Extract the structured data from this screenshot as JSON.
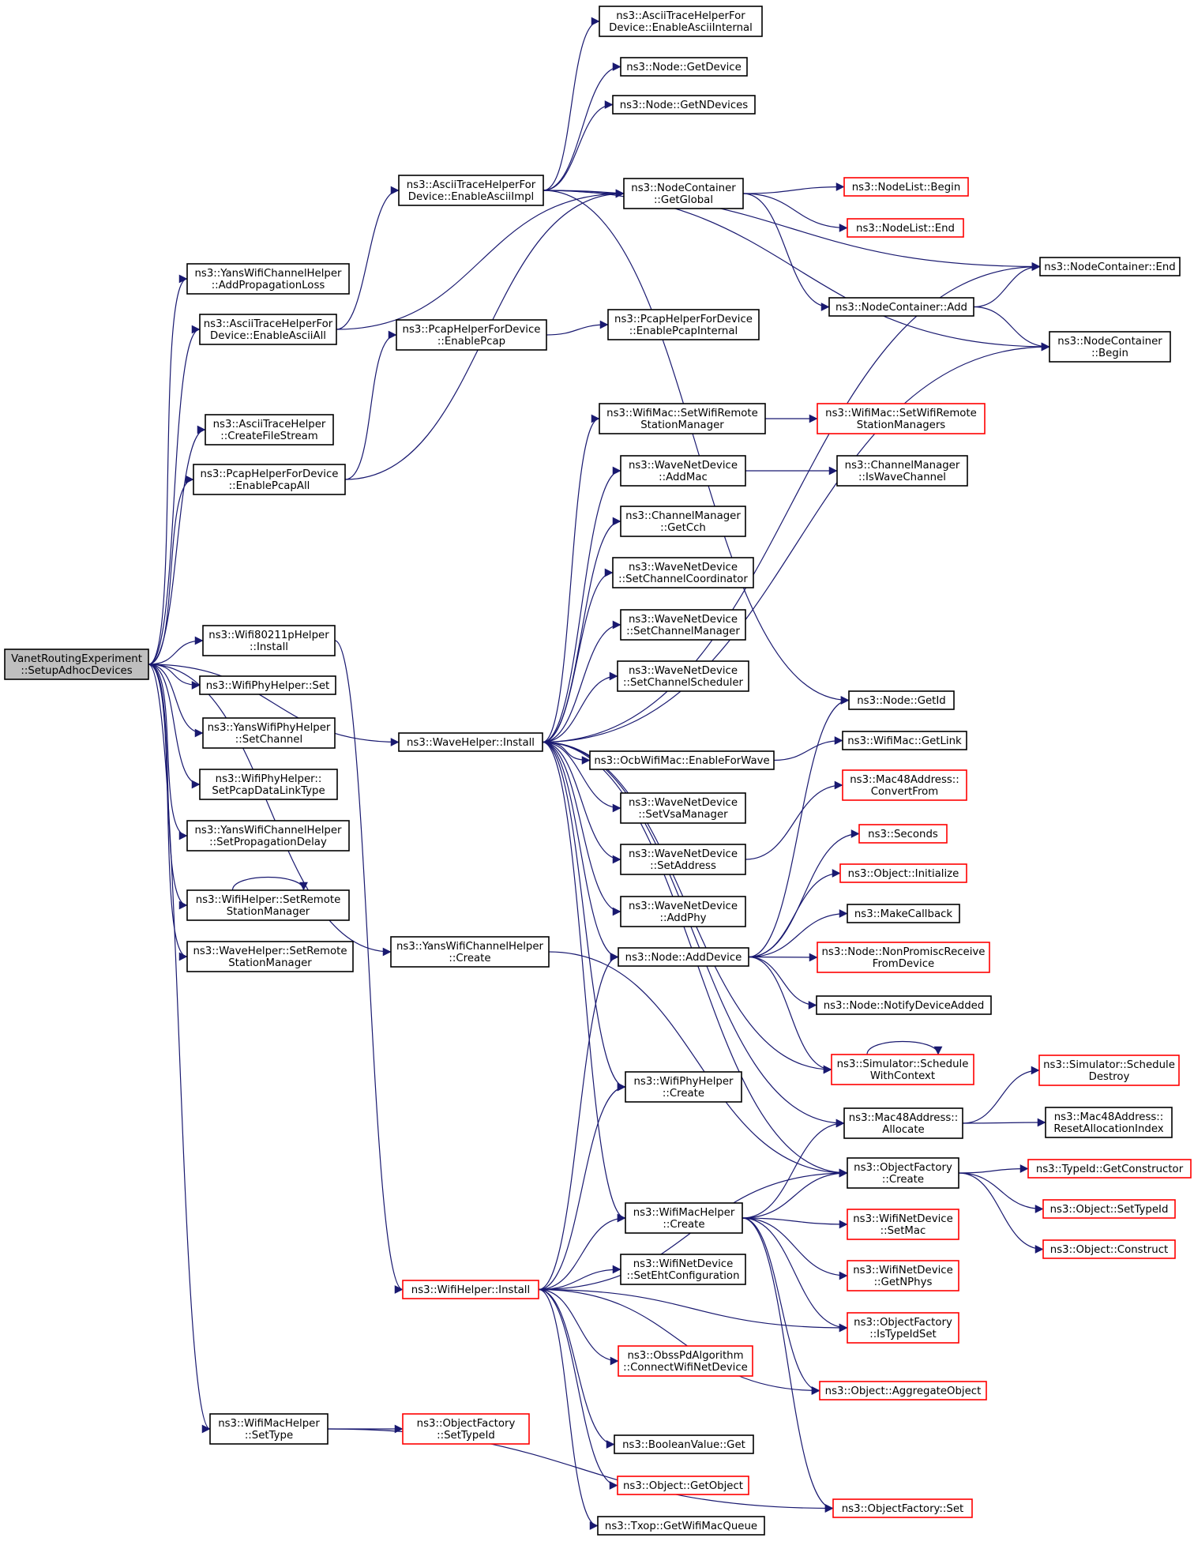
{
  "diagram": {
    "colors": {
      "edge": "#191970",
      "root_fill": "#bfbfbf",
      "border_normal": "#000000",
      "border_truncated": "#ff0000"
    },
    "nodes": [
      {
        "id": "root",
        "lines": [
          "VanetRoutingExperiment",
          "::SetupAdhocDevices"
        ],
        "style": "root"
      },
      {
        "id": "yans_addprop",
        "lines": [
          "ns3::YansWifiChannelHelper",
          "::AddPropagationLoss"
        ],
        "style": "black"
      },
      {
        "id": "ascii_all",
        "lines": [
          "ns3::AsciiTraceHelperFor",
          "Device::EnableAsciiAll"
        ],
        "style": "black"
      },
      {
        "id": "ascii_createfile",
        "lines": [
          "ns3::AsciiTraceHelper",
          "::CreateFileStream"
        ],
        "style": "black"
      },
      {
        "id": "pcap_all",
        "lines": [
          "ns3::PcapHelperForDevice",
          "::EnablePcapAll"
        ],
        "style": "black"
      },
      {
        "id": "wifi80211p",
        "lines": [
          "ns3::Wifi80211pHelper",
          "::Install"
        ],
        "style": "black"
      },
      {
        "id": "phy_set",
        "lines": [
          "ns3::WifiPhyHelper::Set"
        ],
        "style": "black"
      },
      {
        "id": "yans_setchannel",
        "lines": [
          "ns3::YansWifiPhyHelper",
          "::SetChannel"
        ],
        "style": "black"
      },
      {
        "id": "phy_pcaplink",
        "lines": [
          "ns3::WifiPhyHelper::",
          "SetPcapDataLinkType"
        ],
        "style": "black"
      },
      {
        "id": "yans_setpropdelay",
        "lines": [
          "ns3::YansWifiChannelHelper",
          "::SetPropagationDelay"
        ],
        "style": "black"
      },
      {
        "id": "wifihelper_setremote",
        "lines": [
          "ns3::WifiHelper::SetRemote",
          "StationManager"
        ],
        "style": "black"
      },
      {
        "id": "wavehelper_setremote",
        "lines": [
          "ns3::WaveHelper::SetRemote",
          "StationManager"
        ],
        "style": "black"
      },
      {
        "id": "machelper_settype",
        "lines": [
          "ns3::WifiMacHelper",
          "::SetType"
        ],
        "style": "black"
      },
      {
        "id": "ascii_impl",
        "lines": [
          "ns3::AsciiTraceHelperFor",
          "Device::EnableAsciiImpl"
        ],
        "style": "black"
      },
      {
        "id": "pcap_enable",
        "lines": [
          "ns3::PcapHelperForDevice",
          "::EnablePcap"
        ],
        "style": "black"
      },
      {
        "id": "wave_install",
        "lines": [
          "ns3::WaveHelper::Install"
        ],
        "style": "black"
      },
      {
        "id": "yans_create",
        "lines": [
          "ns3::YansWifiChannelHelper",
          "::Create"
        ],
        "style": "black"
      },
      {
        "id": "wifihelper_install",
        "lines": [
          "ns3::WifiHelper::Install"
        ],
        "style": "red"
      },
      {
        "id": "ascii_internal",
        "lines": [
          "ns3::AsciiTraceHelperFor",
          "Device::EnableAsciiInternal"
        ],
        "style": "black"
      },
      {
        "id": "node_getdevice",
        "lines": [
          "ns3::Node::GetDevice"
        ],
        "style": "black"
      },
      {
        "id": "node_getndevices",
        "lines": [
          "ns3::Node::GetNDevices"
        ],
        "style": "black"
      },
      {
        "id": "nc_getglobal",
        "lines": [
          "ns3::NodeContainer",
          "::GetGlobal"
        ],
        "style": "black"
      },
      {
        "id": "pcap_internal",
        "lines": [
          "ns3::PcapHelperForDevice",
          "::EnablePcapInternal"
        ],
        "style": "black"
      },
      {
        "id": "mac_setremote",
        "lines": [
          "ns3::WifiMac::SetWifiRemote",
          "StationManager"
        ],
        "style": "black"
      },
      {
        "id": "wnd_addmac",
        "lines": [
          "ns3::WaveNetDevice",
          "::AddMac"
        ],
        "style": "black"
      },
      {
        "id": "cm_getcch",
        "lines": [
          "ns3::ChannelManager",
          "::GetCch"
        ],
        "style": "black"
      },
      {
        "id": "wnd_setcoord",
        "lines": [
          "ns3::WaveNetDevice",
          "::SetChannelCoordinator"
        ],
        "style": "black"
      },
      {
        "id": "wnd_setchmgr",
        "lines": [
          "ns3::WaveNetDevice",
          "::SetChannelManager"
        ],
        "style": "black"
      },
      {
        "id": "wnd_setsched",
        "lines": [
          "ns3::WaveNetDevice",
          "::SetChannelScheduler"
        ],
        "style": "black"
      },
      {
        "id": "ocb_enable",
        "lines": [
          "ns3::OcbWifiMac::EnableForWave"
        ],
        "style": "black"
      },
      {
        "id": "wnd_setvsa",
        "lines": [
          "ns3::WaveNetDevice",
          "::SetVsaManager"
        ],
        "style": "black"
      },
      {
        "id": "wnd_setaddr",
        "lines": [
          "ns3::WaveNetDevice",
          "::SetAddress"
        ],
        "style": "black"
      },
      {
        "id": "wnd_addphy",
        "lines": [
          "ns3::WaveNetDevice",
          "::AddPhy"
        ],
        "style": "black"
      },
      {
        "id": "node_adddevice",
        "lines": [
          "ns3::Node::AddDevice"
        ],
        "style": "black"
      },
      {
        "id": "phyhelper_create",
        "lines": [
          "ns3::WifiPhyHelper",
          "::Create"
        ],
        "style": "black"
      },
      {
        "id": "machelper_create",
        "lines": [
          "ns3::WifiMacHelper",
          "::Create"
        ],
        "style": "black"
      },
      {
        "id": "wnd_seteht",
        "lines": [
          "ns3::WifiNetDevice",
          "::SetEhtConfiguration"
        ],
        "style": "black"
      },
      {
        "id": "obss",
        "lines": [
          "ns3::ObssPdAlgorithm",
          "::ConnectWifiNetDevice"
        ],
        "style": "red"
      },
      {
        "id": "bool_get",
        "lines": [
          "ns3::BooleanValue::Get"
        ],
        "style": "black"
      },
      {
        "id": "obj_getobject",
        "lines": [
          "ns3::Object::GetObject"
        ],
        "style": "red"
      },
      {
        "id": "txop_getq",
        "lines": [
          "ns3::Txop::GetWifiMacQueue"
        ],
        "style": "black"
      },
      {
        "id": "of_settypeid",
        "lines": [
          "ns3::ObjectFactory",
          "::SetTypeId"
        ],
        "style": "red"
      },
      {
        "id": "nl_begin",
        "lines": [
          "ns3::NodeList::Begin"
        ],
        "style": "red"
      },
      {
        "id": "nl_end",
        "lines": [
          "ns3::NodeList::End"
        ],
        "style": "red"
      },
      {
        "id": "nc_add",
        "lines": [
          "ns3::NodeContainer::Add"
        ],
        "style": "black"
      },
      {
        "id": "mac_setremotes",
        "lines": [
          "ns3::WifiMac::SetWifiRemote",
          "StationManagers"
        ],
        "style": "red"
      },
      {
        "id": "cm_iswave",
        "lines": [
          "ns3::ChannelManager",
          "::IsWaveChannel"
        ],
        "style": "black"
      },
      {
        "id": "node_getid",
        "lines": [
          "ns3::Node::GetId"
        ],
        "style": "black"
      },
      {
        "id": "mac_getlink",
        "lines": [
          "ns3::WifiMac::GetLink"
        ],
        "style": "black"
      },
      {
        "id": "mac48_convert",
        "lines": [
          "ns3::Mac48Address::",
          "ConvertFrom"
        ],
        "style": "red"
      },
      {
        "id": "seconds",
        "lines": [
          "ns3::Seconds"
        ],
        "style": "red"
      },
      {
        "id": "obj_init",
        "lines": [
          "ns3::Object::Initialize"
        ],
        "style": "red"
      },
      {
        "id": "makecallback",
        "lines": [
          "ns3::MakeCallback"
        ],
        "style": "black"
      },
      {
        "id": "node_nonpromisc",
        "lines": [
          "ns3::Node::NonPromiscReceive",
          "FromDevice"
        ],
        "style": "red"
      },
      {
        "id": "node_notify",
        "lines": [
          "ns3::Node::NotifyDeviceAdded"
        ],
        "style": "black"
      },
      {
        "id": "sim_schedctx",
        "lines": [
          "ns3::Simulator::Schedule",
          "WithContext"
        ],
        "style": "red"
      },
      {
        "id": "mac48_alloc",
        "lines": [
          "ns3::Mac48Address::",
          "Allocate"
        ],
        "style": "black"
      },
      {
        "id": "of_create",
        "lines": [
          "ns3::ObjectFactory",
          "::Create"
        ],
        "style": "black"
      },
      {
        "id": "wnd_setmac",
        "lines": [
          "ns3::WifiNetDevice",
          "::SetMac"
        ],
        "style": "red"
      },
      {
        "id": "wnd_getnphys",
        "lines": [
          "ns3::WifiNetDevice",
          "::GetNPhys"
        ],
        "style": "red"
      },
      {
        "id": "of_istypeidset",
        "lines": [
          "ns3::ObjectFactory",
          "::IsTypeIdSet"
        ],
        "style": "red"
      },
      {
        "id": "obj_aggregate",
        "lines": [
          "ns3::Object::AggregateObject"
        ],
        "style": "red"
      },
      {
        "id": "of_set",
        "lines": [
          "ns3::ObjectFactory::Set"
        ],
        "style": "red"
      },
      {
        "id": "nc_end",
        "lines": [
          "ns3::NodeContainer::End"
        ],
        "style": "black"
      },
      {
        "id": "nc_begin",
        "lines": [
          "ns3::NodeContainer",
          "::Begin"
        ],
        "style": "black"
      },
      {
        "id": "sim_schedestroy",
        "lines": [
          "ns3::Simulator::Schedule",
          "Destroy"
        ],
        "style": "red"
      },
      {
        "id": "mac48_reset",
        "lines": [
          "ns3::Mac48Address::",
          "ResetAllocationIndex"
        ],
        "style": "black"
      },
      {
        "id": "typeid_getctor",
        "lines": [
          "ns3::TypeId::GetConstructor"
        ],
        "style": "red"
      },
      {
        "id": "obj_settypeid",
        "lines": [
          "ns3::Object::SetTypeId"
        ],
        "style": "red"
      },
      {
        "id": "obj_construct",
        "lines": [
          "ns3::Object::Construct"
        ],
        "style": "red"
      }
    ],
    "edges": [
      [
        "root",
        "yans_addprop"
      ],
      [
        "root",
        "ascii_all"
      ],
      [
        "root",
        "ascii_createfile"
      ],
      [
        "root",
        "pcap_all"
      ],
      [
        "root",
        "wifi80211p"
      ],
      [
        "root",
        "phy_set"
      ],
      [
        "root",
        "yans_setchannel"
      ],
      [
        "root",
        "phy_pcaplink"
      ],
      [
        "root",
        "yans_setpropdelay"
      ],
      [
        "root",
        "wifihelper_setremote"
      ],
      [
        "root",
        "wavehelper_setremote"
      ],
      [
        "root",
        "machelper_settype"
      ],
      [
        "root",
        "wave_install"
      ],
      [
        "root",
        "yans_create"
      ],
      [
        "ascii_all",
        "ascii_impl"
      ],
      [
        "ascii_all",
        "nc_getglobal"
      ],
      [
        "pcap_all",
        "pcap_enable"
      ],
      [
        "pcap_all",
        "nc_getglobal"
      ],
      [
        "wifi80211p",
        "wifihelper_install"
      ],
      [
        "wifihelper_setremote",
        "wifihelper_setremote"
      ],
      [
        "machelper_settype",
        "of_settypeid"
      ],
      [
        "machelper_settype",
        "of_set"
      ],
      [
        "ascii_impl",
        "ascii_internal"
      ],
      [
        "ascii_impl",
        "node_getdevice"
      ],
      [
        "ascii_impl",
        "node_getndevices"
      ],
      [
        "ascii_impl",
        "nc_getglobal"
      ],
      [
        "ascii_impl",
        "nc_end"
      ],
      [
        "ascii_impl",
        "nc_begin"
      ],
      [
        "ascii_impl",
        "node_getid"
      ],
      [
        "pcap_enable",
        "pcap_internal"
      ],
      [
        "nc_getglobal",
        "nl_begin"
      ],
      [
        "nc_getglobal",
        "nl_end"
      ],
      [
        "nc_getglobal",
        "nc_add"
      ],
      [
        "nc_add",
        "nc_end"
      ],
      [
        "nc_add",
        "nc_begin"
      ],
      [
        "wave_install",
        "nc_end"
      ],
      [
        "wave_install",
        "nc_begin"
      ],
      [
        "wave_install",
        "mac_setremote"
      ],
      [
        "wave_install",
        "wnd_addmac"
      ],
      [
        "wave_install",
        "cm_getcch"
      ],
      [
        "wave_install",
        "wnd_setcoord"
      ],
      [
        "wave_install",
        "wnd_setchmgr"
      ],
      [
        "wave_install",
        "wnd_setsched"
      ],
      [
        "wave_install",
        "ocb_enable"
      ],
      [
        "wave_install",
        "wnd_setvsa"
      ],
      [
        "wave_install",
        "wnd_setaddr"
      ],
      [
        "wave_install",
        "wnd_addphy"
      ],
      [
        "wave_install",
        "node_adddevice"
      ],
      [
        "wave_install",
        "phyhelper_create"
      ],
      [
        "wave_install",
        "machelper_create"
      ],
      [
        "wave_install",
        "sim_schedctx"
      ],
      [
        "wave_install",
        "mac48_alloc"
      ],
      [
        "wave_install",
        "of_create"
      ],
      [
        "yans_create",
        "of_create"
      ],
      [
        "mac_setremote",
        "mac_setremotes"
      ],
      [
        "wnd_addmac",
        "cm_iswave"
      ],
      [
        "ocb_enable",
        "mac_getlink"
      ],
      [
        "wnd_setaddr",
        "mac48_convert"
      ],
      [
        "node_adddevice",
        "node_getid"
      ],
      [
        "node_adddevice",
        "seconds"
      ],
      [
        "node_adddevice",
        "obj_init"
      ],
      [
        "node_adddevice",
        "makecallback"
      ],
      [
        "node_adddevice",
        "node_nonpromisc"
      ],
      [
        "node_adddevice",
        "node_notify"
      ],
      [
        "node_adddevice",
        "sim_schedctx"
      ],
      [
        "sim_schedctx",
        "sim_schedctx"
      ],
      [
        "mac48_alloc",
        "sim_schedestroy"
      ],
      [
        "mac48_alloc",
        "mac48_reset"
      ],
      [
        "of_create",
        "typeid_getctor"
      ],
      [
        "of_create",
        "obj_settypeid"
      ],
      [
        "of_create",
        "obj_construct"
      ],
      [
        "machelper_create",
        "mac48_alloc"
      ],
      [
        "machelper_create",
        "of_create"
      ],
      [
        "machelper_create",
        "wnd_setmac"
      ],
      [
        "machelper_create",
        "wnd_getnphys"
      ],
      [
        "machelper_create",
        "of_istypeidset"
      ],
      [
        "machelper_create",
        "obj_aggregate"
      ],
      [
        "machelper_create",
        "of_set"
      ],
      [
        "wifihelper_install",
        "node_adddevice"
      ],
      [
        "wifihelper_install",
        "phyhelper_create"
      ],
      [
        "wifihelper_install",
        "of_create"
      ],
      [
        "wifihelper_install",
        "machelper_create"
      ],
      [
        "wifihelper_install",
        "wnd_seteht"
      ],
      [
        "wifihelper_install",
        "of_istypeidset"
      ],
      [
        "wifihelper_install",
        "obss"
      ],
      [
        "wifihelper_install",
        "obj_aggregate"
      ],
      [
        "wifihelper_install",
        "bool_get"
      ],
      [
        "wifihelper_install",
        "obj_getobject"
      ],
      [
        "wifihelper_install",
        "txop_getq"
      ]
    ]
  }
}
